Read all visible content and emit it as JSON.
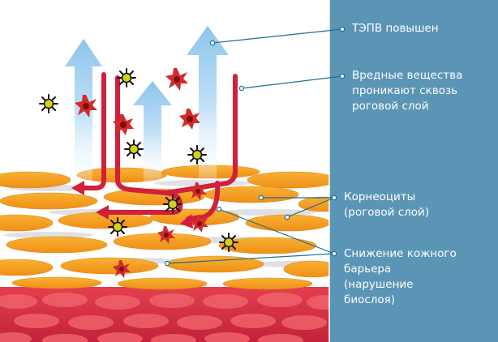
{
  "labels": {
    "tepv": "ТЭПВ повышен",
    "harmful": "Вредные вещества\nпроникают сквозь\nроговой слой",
    "corneocytes": "Корнеоциты\n(роговой слой)",
    "barrier": "Снижение кожного\nбарьера\n(нарушение\nбиослоя)"
  },
  "colors": {
    "panel": "#5b95b6",
    "corneocyte": "#f5a524",
    "penetration_arrow": "#d11f3c",
    "tepv_arrow": "#a8d3f0",
    "dermis": "#d9364a",
    "bacteria_spikes": "#d32a2a",
    "microbe": "#c9c41a"
  },
  "icons": [
    "arrow-up-icon",
    "penetration-arrow-icon",
    "bacteria-icon",
    "microbe-icon"
  ]
}
